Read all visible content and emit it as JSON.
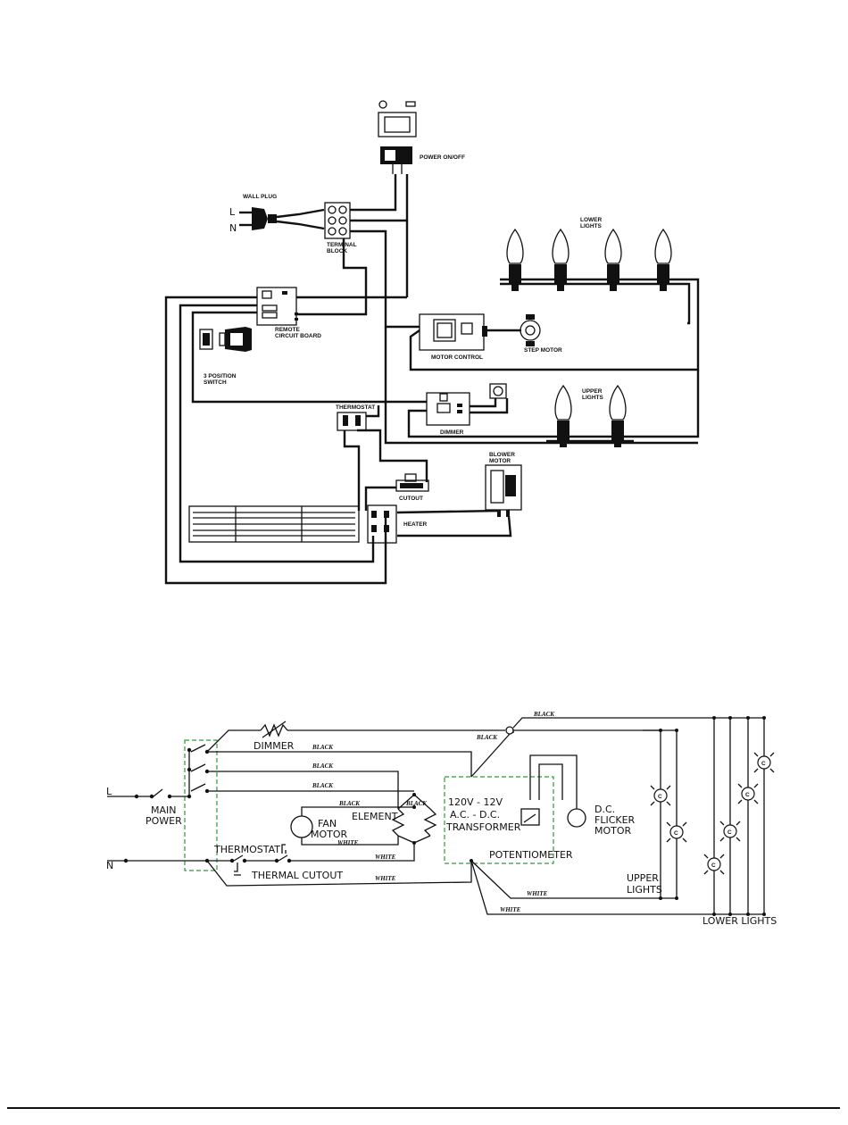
{
  "wiring_diagram": {
    "power_switch_on": "O",
    "power_switch_off": "I",
    "power_onoff": "POWER ON/OFF",
    "wall_plug": "WALL PLUG",
    "plug_l": "L",
    "plug_n": "N",
    "terminal_block": [
      "TERMINAL",
      "BLOCK"
    ],
    "lower_lights": [
      "LOWER",
      "LIGHTS"
    ],
    "remote_circuit_board": [
      "REMOTE",
      "CIRCUIT BOARD"
    ],
    "motor_control": "MOTOR CONTROL",
    "step_motor": "STEP MOTOR",
    "three_position_switch": [
      "3 POSITION",
      "SWITCH"
    ],
    "upper_lights": [
      "UPPER",
      "LIGHTS"
    ],
    "thermostat": "THERMOSTAT",
    "dimmer": "DIMMER",
    "blower_motor": [
      "BLOWER",
      "MOTOR"
    ],
    "cutout": "CUTOUT",
    "heater": "HEATER"
  },
  "schematic": {
    "line_l": "L",
    "line_n": "N",
    "main_power": [
      "MAIN",
      "POWER"
    ],
    "dimmer": "DIMMER",
    "fan_motor": [
      "FAN",
      "MOTOR"
    ],
    "element": "ELEMENT",
    "thermostat": "THERMOSTAT",
    "thermal_cutout": "THERMAL CUTOUT",
    "transformer": [
      "120V - 12V",
      "A.C. - D.C.",
      "TRANSFORMER"
    ],
    "potentiometer": "POTENTIOMETER",
    "dc_flicker_motor": [
      "D.C.",
      "FLICKER",
      "MOTOR"
    ],
    "upper_lights": [
      "UPPER",
      "LIGHTS"
    ],
    "lower_lights": "LOWER LIGHTS",
    "wire_black": "BLACK",
    "wire_white": "WHITE",
    "lamp_symbol": "C"
  }
}
